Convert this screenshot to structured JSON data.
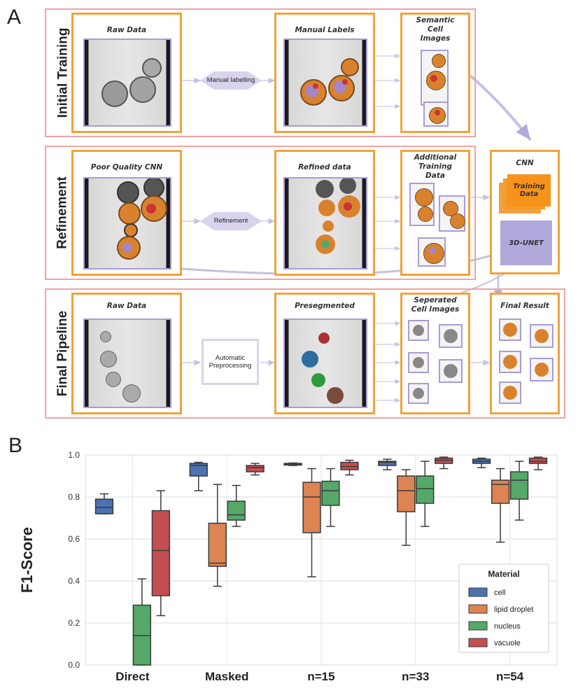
{
  "panel_a": {
    "letter": "A",
    "rows": [
      {
        "title": "Initial Training",
        "box1": "Raw Data",
        "step": "Manual labelling",
        "box2": "Manual Labels",
        "box3": "Semantic Cell Images"
      },
      {
        "title": "Refinement",
        "box1": "Poor Quality CNN",
        "step": "Refinement",
        "box2": "Refined data",
        "box3": "Additional Training Data"
      },
      {
        "title": "Final Pipeline",
        "box1": "Raw Data",
        "step": "Automatic Preprocessing",
        "box2": "Presegmented",
        "box3": "Seperated Cell Images",
        "box4": "Final Result"
      }
    ],
    "cnn": {
      "title": "CNN",
      "training_data": "Training Data",
      "unet": "3D-UNET"
    }
  },
  "panel_b": {
    "letter": "B"
  },
  "colors": {
    "cell": "#4c72b0",
    "lipid_droplet": "#dd8452",
    "nucleus": "#55a868",
    "vacuole": "#c44e52",
    "orange_box": "#f2a23a",
    "pink_frame": "#f2a3a3",
    "lavender": "#a99bd8"
  },
  "chart_data": {
    "type": "box",
    "categories": [
      "Direct",
      "Masked",
      "n=15",
      "n=33",
      "n=54"
    ],
    "ylabel": "F1-Score",
    "ylim": [
      0.0,
      1.0
    ],
    "yticks": [
      "0.0",
      "0.2",
      "0.4",
      "0.6",
      "0.8",
      "1.0"
    ],
    "grid": true,
    "legend": {
      "title": "Material",
      "position": "lower-right"
    },
    "series": [
      {
        "name": "cell",
        "color": "#4c72b0",
        "boxes": [
          {
            "min": 0.72,
            "q1": 0.72,
            "median": 0.75,
            "q3": 0.79,
            "max": 0.815
          },
          {
            "min": 0.83,
            "q1": 0.9,
            "median": 0.95,
            "q3": 0.96,
            "max": 0.965
          },
          {
            "min": 0.95,
            "q1": 0.952,
            "median": 0.957,
            "q3": 0.96,
            "max": 0.962
          },
          {
            "min": 0.93,
            "q1": 0.95,
            "median": 0.965,
            "q3": 0.97,
            "max": 0.98
          },
          {
            "min": 0.94,
            "q1": 0.96,
            "median": 0.97,
            "q3": 0.98,
            "max": 0.985
          }
        ]
      },
      {
        "name": "lipid droplet",
        "color": "#dd8452",
        "boxes": [
          null,
          {
            "min": 0.375,
            "q1": 0.47,
            "median": 0.485,
            "q3": 0.675,
            "max": 0.86
          },
          {
            "min": 0.42,
            "q1": 0.63,
            "median": 0.8,
            "q3": 0.87,
            "max": 0.935
          },
          {
            "min": 0.57,
            "q1": 0.73,
            "median": 0.83,
            "q3": 0.9,
            "max": 0.93
          },
          {
            "min": 0.585,
            "q1": 0.77,
            "median": 0.86,
            "q3": 0.88,
            "max": 0.935
          }
        ]
      },
      {
        "name": "nucleus",
        "color": "#55a868",
        "boxes": [
          {
            "min": 0.0,
            "q1": 0.0,
            "median": 0.14,
            "q3": 0.285,
            "max": 0.41
          },
          {
            "min": 0.66,
            "q1": 0.69,
            "median": 0.715,
            "q3": 0.78,
            "max": 0.855
          },
          {
            "min": 0.66,
            "q1": 0.76,
            "median": 0.83,
            "q3": 0.875,
            "max": 0.935
          },
          {
            "min": 0.66,
            "q1": 0.77,
            "median": 0.84,
            "q3": 0.9,
            "max": 0.97
          },
          {
            "min": 0.69,
            "q1": 0.79,
            "median": 0.88,
            "q3": 0.92,
            "max": 0.97
          }
        ]
      },
      {
        "name": "vacuole",
        "color": "#c44e52",
        "boxes": [
          {
            "min": 0.235,
            "q1": 0.33,
            "median": 0.545,
            "q3": 0.735,
            "max": 0.83
          },
          {
            "min": 0.905,
            "q1": 0.92,
            "median": 0.94,
            "q3": 0.95,
            "max": 0.96
          },
          {
            "min": 0.905,
            "q1": 0.93,
            "median": 0.945,
            "q3": 0.965,
            "max": 0.975
          },
          {
            "min": 0.935,
            "q1": 0.96,
            "median": 0.975,
            "q3": 0.985,
            "max": 0.99
          },
          {
            "min": 0.93,
            "q1": 0.96,
            "median": 0.97,
            "q3": 0.985,
            "max": 0.99
          }
        ]
      }
    ]
  }
}
